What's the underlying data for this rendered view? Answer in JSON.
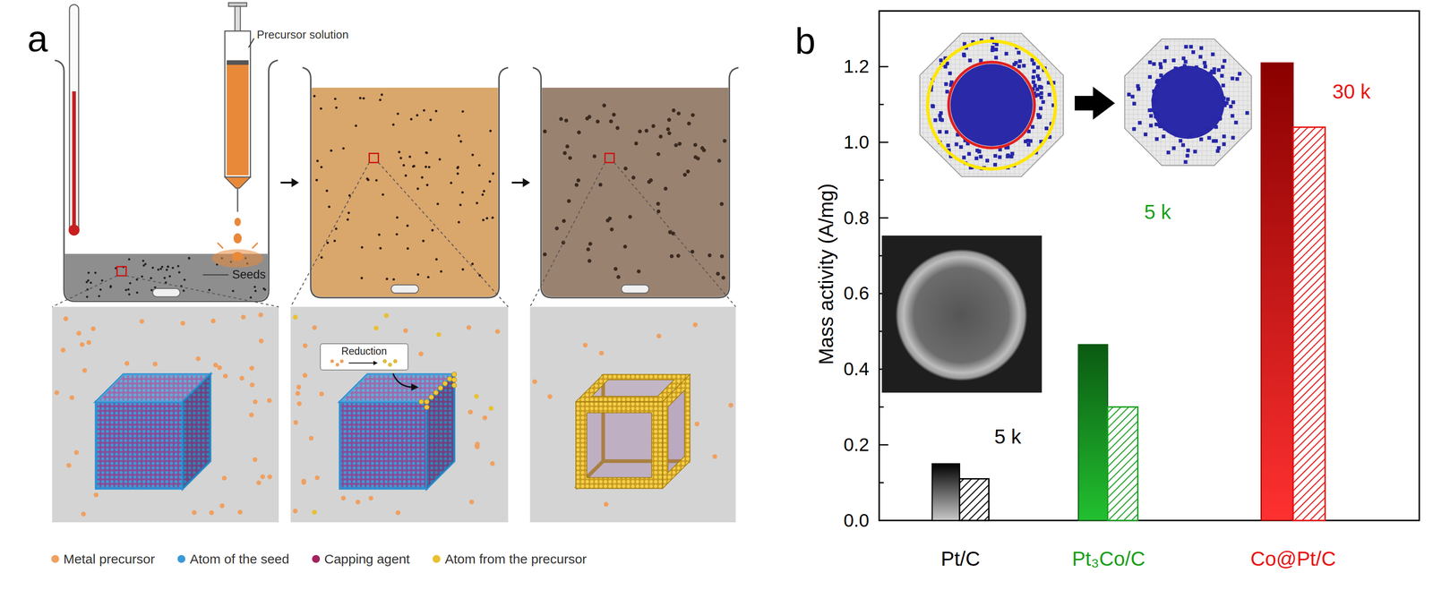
{
  "diagram": {
    "nodes": [
      {
        "text": [
          "Reduction"
        ]
      }
    ],
    "labels": [
      "a",
      "Precursor solution",
      "Seeds",
      "b",
      "1.2",
      "1.0",
      "0.8",
      "0.6",
      "0.4",
      "0.2",
      "0.0",
      "Mass activity (A/mg)",
      "5 k",
      "5 k",
      "30 k",
      "Pt/C",
      "Pt₃Co/C",
      "Co@Pt/C"
    ],
    "legend": [
      {
        "text": "Metal precursor",
        "color": "#f0a060"
      },
      {
        "text": "Atom of the seed",
        "color": "#3a9ad8"
      },
      {
        "text": "Capping agent",
        "color": "#a3225a"
      },
      {
        "text": "Atom from the precursor",
        "color": "#e8c030"
      }
    ]
  }
}
